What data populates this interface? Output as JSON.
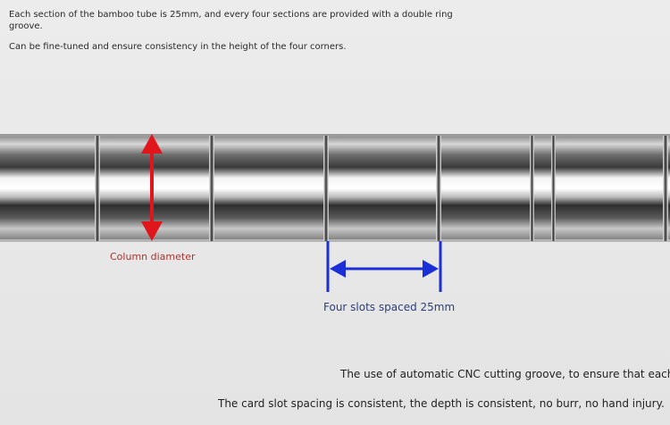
{
  "intro": {
    "line1": "Each section of the bamboo tube is 25mm, and every four sections are provided with a double ring groove.",
    "line2": "Can be fine-tuned and ensure consistency in the height of the four corners."
  },
  "annotations": {
    "diameter_label": "Column diameter",
    "spacing_label": "Four slots spaced 25mm"
  },
  "footer": {
    "line1": "The use of automatic CNC cutting groove, to ensure that each",
    "line2": "The card slot spacing is consistent, the depth is consistent, no burr, no hand injury."
  },
  "colors": {
    "diameter_arrow": "#e0161b",
    "spacing_arrow": "#1a2fd6"
  },
  "icons": {
    "diameter_arrow": "double-arrow-vertical-icon",
    "spacing_arrow": "double-arrow-horizontal-icon"
  }
}
